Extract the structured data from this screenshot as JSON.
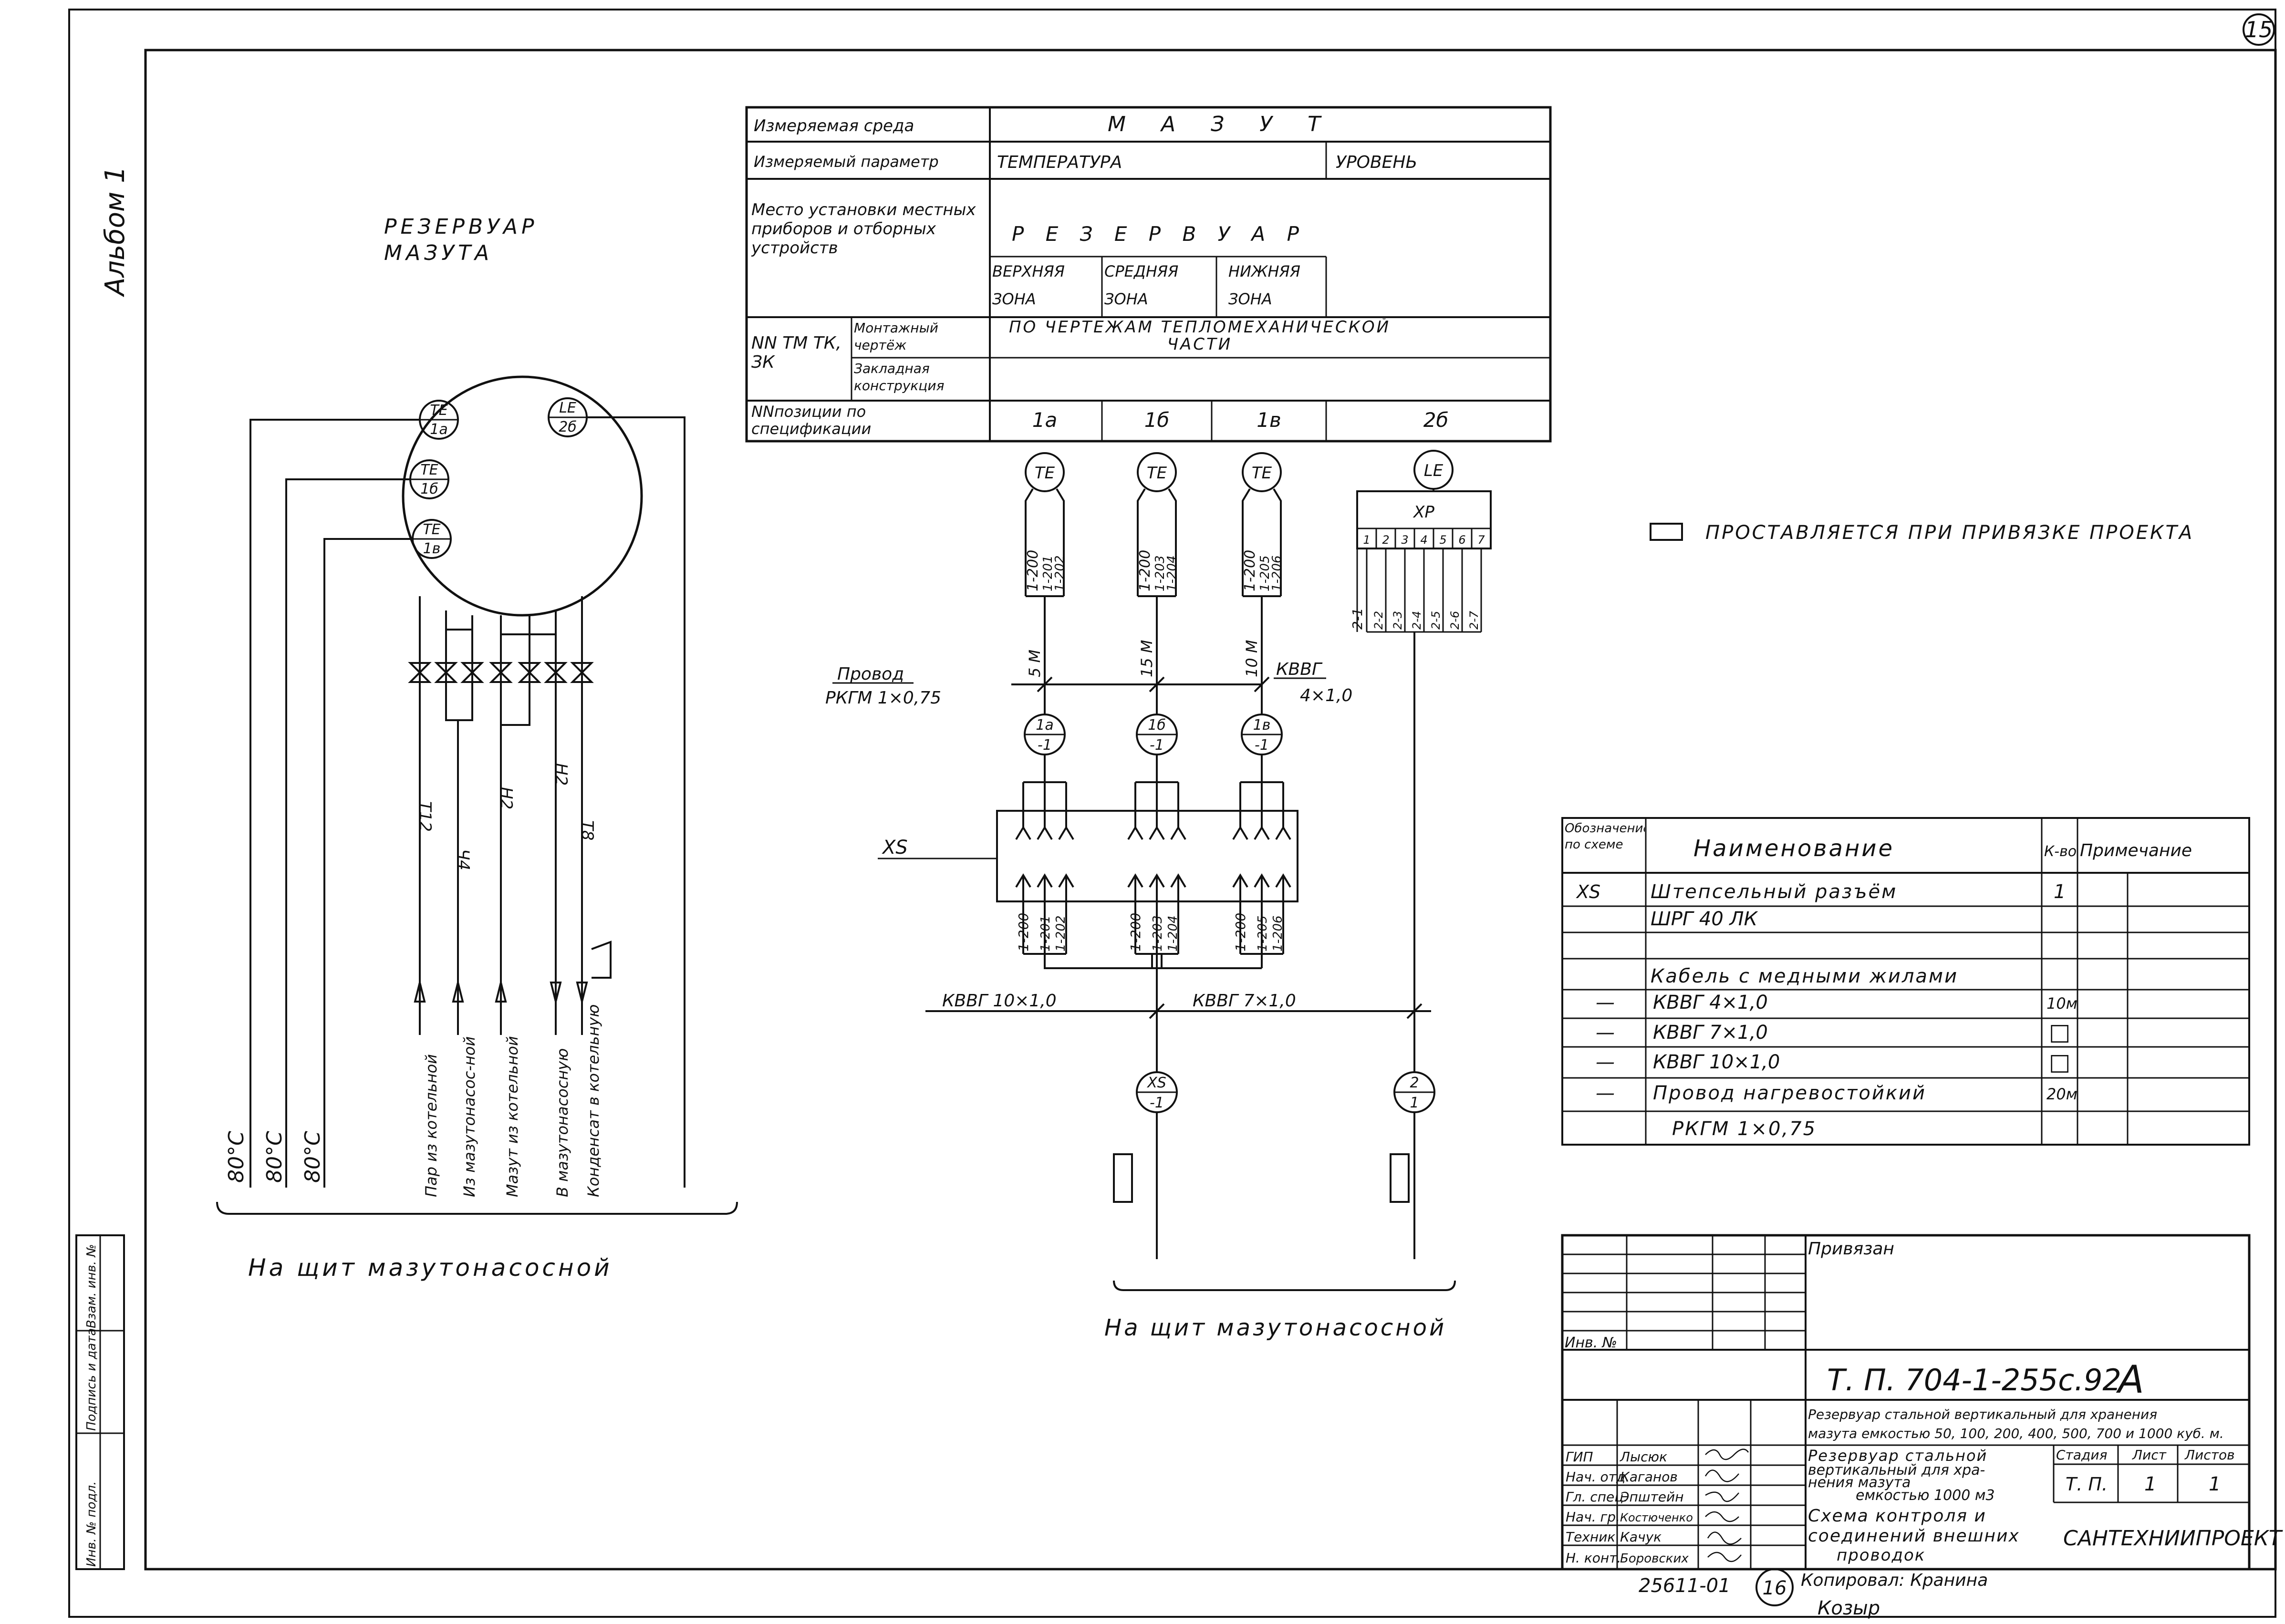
{
  "sheet": {
    "page_number": "15",
    "album": "Альбом 1",
    "signature_scrawl": "Козыр"
  },
  "tank_block": {
    "title_line1": "РЕЗЕРВУАР",
    "title_line2": "МАЗУТА",
    "sensors": [
      {
        "type": "TE",
        "pos": "1а"
      },
      {
        "type": "TE",
        "pos": "1б"
      },
      {
        "type": "TE",
        "pos": "1в"
      },
      {
        "type": "LE",
        "pos": "2б"
      }
    ],
    "temps": [
      "80°С",
      "80°С",
      "80°С"
    ],
    "pipes": [
      "Пар из котельной",
      "Из мазутонасос-ной",
      "Мазут из котельной",
      "В мазутонасосную",
      "Конденсат в котельную"
    ],
    "pipe_codes": [
      "Т12",
      "Ч4",
      "Н2",
      "Н2",
      "Т8"
    ],
    "footer": "На щит мазутонасосной"
  },
  "main_table": {
    "rows": [
      {
        "label": "Измеряемая среда",
        "value": "М А З У Т"
      },
      {
        "label": "Измеряемый параметр",
        "col1": "ТЕМПЕРАТУРА",
        "col2": "УРОВЕНЬ"
      },
      {
        "label": "Место установки местных приборов и отборных устройств",
        "value": "Р Е З Е Р В У А Р",
        "zones": [
          "ВЕРХНЯЯ ЗОНА",
          "СРЕДНЯЯ ЗОНА",
          "НИЖНЯЯ ЗОНА"
        ]
      },
      {
        "label_left": "NN ТМ ТК, ЗК",
        "sub1": "Монтажный чертёж",
        "sub2": "Закладная конструкция",
        "value": "ПО ЧЕРТЕЖАМ ТЕПЛОМЕХАНИЧЕСКОЙ ЧАСТИ"
      },
      {
        "label": "NNпозиции по спецификации",
        "positions": [
          "1а",
          "1б",
          "1в",
          "2б"
        ]
      }
    ]
  },
  "schematic": {
    "sensors": [
      "TE",
      "TE",
      "TE",
      "LE"
    ],
    "wire_groups": [
      [
        "1-200",
        "1-201",
        "1-202"
      ],
      [
        "1-200",
        "1-203",
        "1-204"
      ],
      [
        "1-200",
        "1-205",
        "1-206"
      ]
    ],
    "lengths": [
      "5 М",
      "15 М",
      "10 М"
    ],
    "wire_label_1": "Провод",
    "wire_label_2": "РКГМ 1×0,75",
    "cable_top_1": "КВВГ",
    "cable_top_2": "4×1,0",
    "junctions": [
      {
        "t": "1а",
        "b": "-1"
      },
      {
        "t": "1б",
        "b": "-1"
      },
      {
        "t": "1в",
        "b": "-1"
      }
    ],
    "xs_label": "XS",
    "xp_label": "XP",
    "xp_pins": [
      "1",
      "2",
      "3",
      "4",
      "5",
      "6",
      "7"
    ],
    "xp_wires": [
      "2-1",
      "2-2",
      "2-3",
      "2-4",
      "2-5",
      "2-6",
      "2-7"
    ],
    "cable_bottom_1": "КВВГ 10×1,0",
    "cable_bottom_2": "КВВГ 7×1,0",
    "bottom_nodes": [
      {
        "t": "XS",
        "b": "-1"
      },
      {
        "t": "2",
        "b": "1"
      }
    ],
    "footer": "На щит мазутонасосной"
  },
  "legend": "ПРОСТАВЛЯЕТСЯ ПРИ ПРИВЯЗКЕ ПРОЕКТА",
  "spec_table": {
    "headers": [
      "Обозначение по схеме",
      "Наименование",
      "К-во",
      "Примечание"
    ],
    "rows": [
      {
        "code": "XS",
        "name": "Штепсельный разъём",
        "qty": "1"
      },
      {
        "code": "",
        "name": "ШРГ 40 ЛК",
        "qty": ""
      },
      {
        "code": "",
        "name": "",
        "qty": ""
      },
      {
        "code": "",
        "name": "Кабель с медными жилами",
        "qty": ""
      },
      {
        "code": "—",
        "name": "КВВГ 4×1,0",
        "qty": "10м"
      },
      {
        "code": "—",
        "name": "КВВГ 7×1,0",
        "qty": "□"
      },
      {
        "code": "—",
        "name": "КВВГ 10×1,0",
        "qty": "□"
      },
      {
        "code": "—",
        "name": "Провод нагревостойкий",
        "qty": "20м"
      },
      {
        "code": "",
        "name": "РКГМ 1×0,75",
        "qty": ""
      }
    ]
  },
  "title_block": {
    "privyazan": "Привязан",
    "inv_no": "Инв. №",
    "drawing_code": "Т. П. 704-1-255с.92",
    "format": "А",
    "project_desc_1": "Резервуар стальной вертикальный для хранения",
    "project_desc_2": "мазута емкостью 50, 100, 200, 400, 500, 700 и 1000 куб. м.",
    "sheet_title_1": "Резервуар стальной",
    "sheet_title_2": "вертикальный для хра-",
    "sheet_title_3": "нения мазута",
    "sheet_title_4": "емкостью 1000 м3",
    "sheet_title_5": "Схема контроля и",
    "sheet_title_6": "соединений внешних",
    "sheet_title_7": "проводок",
    "stage_h": "Стадия",
    "sheet_h": "Лист",
    "sheets_h": "Листов",
    "stage": "Т. П.",
    "sheet": "1",
    "sheets": "1",
    "org": "САНТЕХНИИПРОЕКТ",
    "roles": [
      "ГИП",
      "Нач. отд.",
      "Гл. спец.",
      "Нач. гр.",
      "Техник",
      "Н. конт."
    ],
    "names": [
      "Лысюк",
      "Каганов",
      "Эпштейн",
      "Костюченко",
      "Качук",
      "Боровских"
    ],
    "left_strip": [
      "Инв. № подл.",
      "Подпись и дата",
      "Взам. инв. №"
    ],
    "archive_no": "25611-01",
    "copy_no": "16",
    "copied_by": "Копировал: Кранина"
  }
}
